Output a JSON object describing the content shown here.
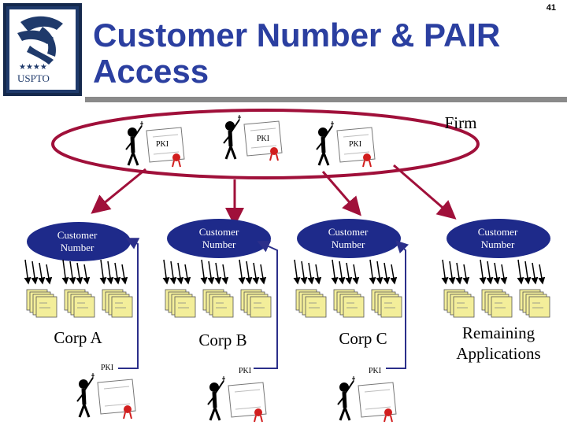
{
  "slide": {
    "number": "41",
    "title_line1": "Customer Number & PAIR",
    "title_line2": "Access"
  },
  "logo": {
    "text": "USPTO"
  },
  "firm": {
    "label": "Firm",
    "pki_labels": [
      "PKI",
      "PKI",
      "PKI"
    ]
  },
  "groups": [
    {
      "customer_label_1": "Customer",
      "customer_label_2": "Number",
      "corp_label": "Corp A",
      "pki_label": "PKI"
    },
    {
      "customer_label_1": "Customer",
      "customer_label_2": "Number",
      "corp_label": "Corp B",
      "pki_label": "PKI"
    },
    {
      "customer_label_1": "Customer",
      "customer_label_2": "Number",
      "corp_label": "Corp C",
      "pki_label": "PKI"
    },
    {
      "customer_label_1": "Customer",
      "customer_label_2": "Number",
      "corp_label_1": "Remaining",
      "corp_label_2": "Applications"
    }
  ],
  "colors": {
    "title": "#2b3fa0",
    "ellipse_stroke": "#a0103a",
    "arrow": "#a0103a",
    "oval_fill": "#1e2a8a",
    "document": "#f3ee9a",
    "seal": "#d11e1e"
  }
}
